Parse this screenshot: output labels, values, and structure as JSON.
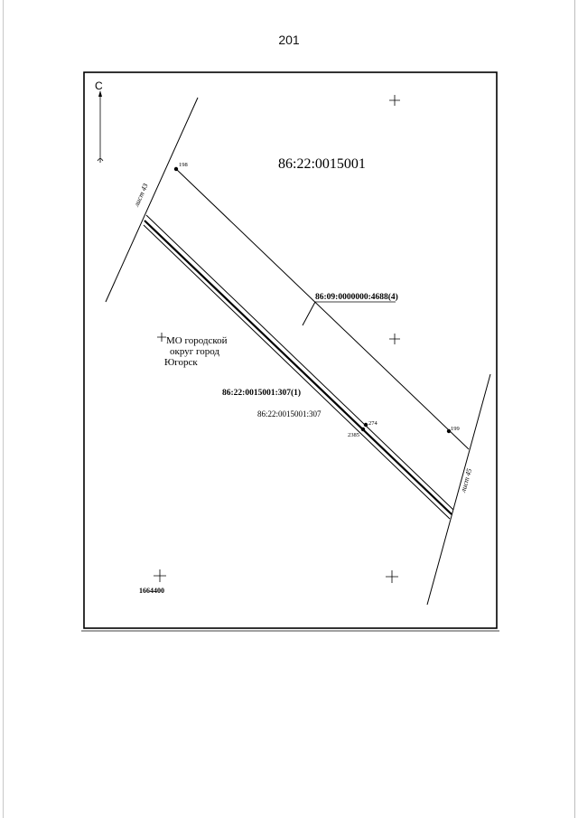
{
  "page": {
    "number": "201"
  },
  "map": {
    "north_label": "С",
    "quarter_label": "86:22:0015001",
    "parcel_label": "86:09:0000000:4688(4)",
    "sub_parcel_label": "86:22:0015001:307(1)",
    "parcel_number_label": "86:22:0015001:307",
    "municipality_lines": [
      "МО городской",
      "округ город",
      "Югорск"
    ],
    "sheet_labels": [
      "лист 43",
      "лист 45"
    ],
    "point_labels": [
      "198",
      "199",
      "274",
      "2385"
    ],
    "coordinate_label": "1664400"
  }
}
